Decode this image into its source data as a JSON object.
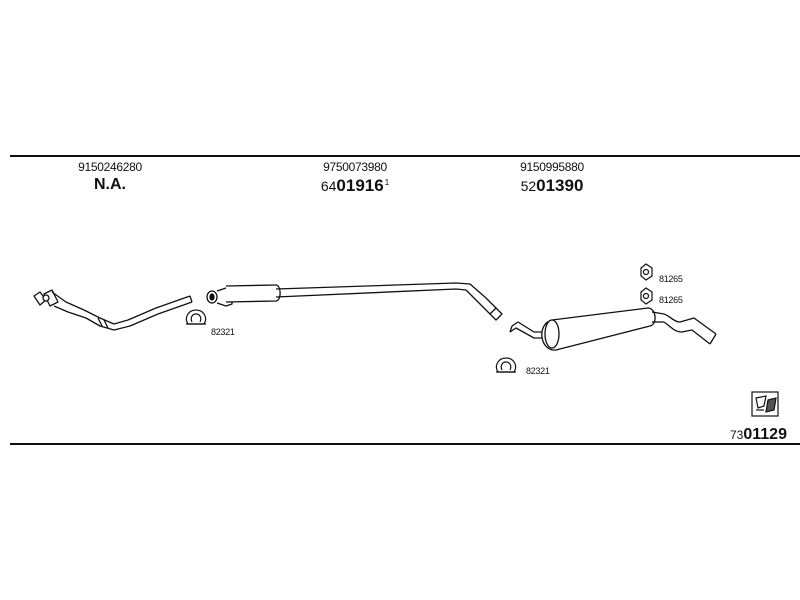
{
  "parts": [
    {
      "code": "9150246280",
      "reference": "N.A."
    },
    {
      "code": "9750073980",
      "reference_prefix": "64",
      "reference_main": "01916",
      "reference_suffix": "1"
    },
    {
      "code": "9150995880",
      "reference_prefix": "52",
      "reference_main": "01390"
    }
  ],
  "clamps": [
    {
      "label": "82321"
    },
    {
      "label": "82321"
    },
    {
      "label": "81265"
    },
    {
      "label": "81265"
    }
  ],
  "footer": {
    "prefix": "73",
    "main": "01129"
  },
  "icons": {
    "clamp": "pipe-clamp-icon",
    "hanger": "rubber-hanger-icon",
    "catalog": "catalog-book-icon"
  }
}
